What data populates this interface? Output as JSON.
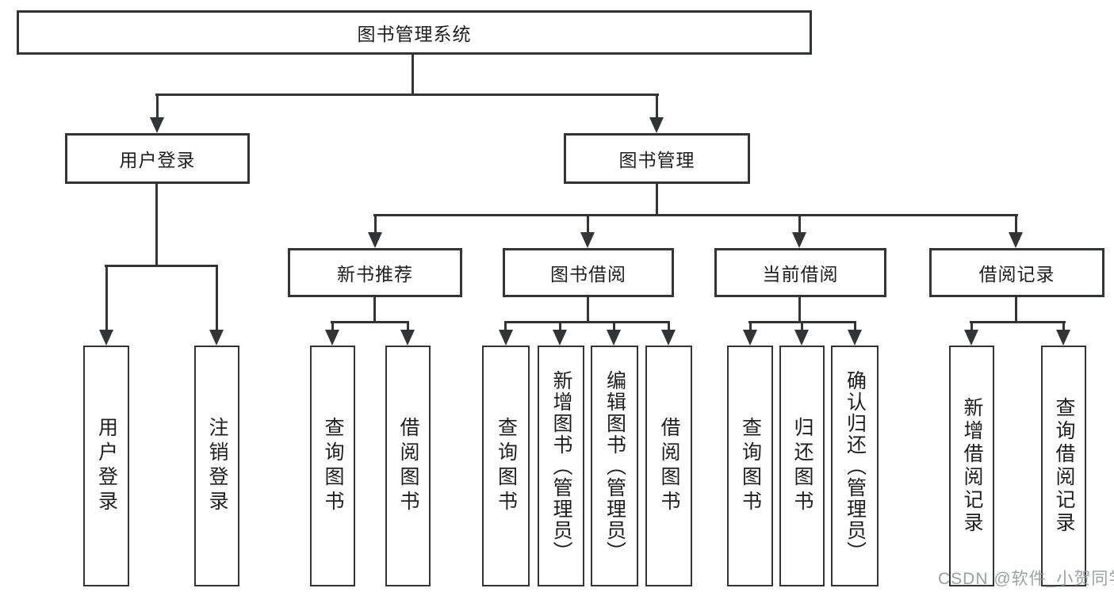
{
  "title": "图书管理系统",
  "watermark": "CSDN @软件_小贺同学",
  "branches": [
    {
      "label": "用户登录",
      "children": [
        {
          "label": "用户登录"
        },
        {
          "label": "注销登录"
        }
      ]
    },
    {
      "label": "图书管理",
      "children": [
        {
          "label": "新书推荐",
          "children": [
            {
              "label": "查询图书"
            },
            {
              "label": "借阅图书"
            }
          ]
        },
        {
          "label": "图书借阅",
          "children": [
            {
              "label": "查询图书"
            },
            {
              "label": "新增图书（管理员）"
            },
            {
              "label": "编辑图书（管理员）"
            },
            {
              "label": "借阅图书"
            }
          ]
        },
        {
          "label": "当前借阅",
          "children": [
            {
              "label": "查询图书"
            },
            {
              "label": "归还图书"
            },
            {
              "label": "确认归还（管理员）"
            }
          ]
        },
        {
          "label": "借阅记录",
          "children": [
            {
              "label": "新增借阅记录"
            },
            {
              "label": "查询借阅记录"
            }
          ]
        }
      ]
    }
  ]
}
